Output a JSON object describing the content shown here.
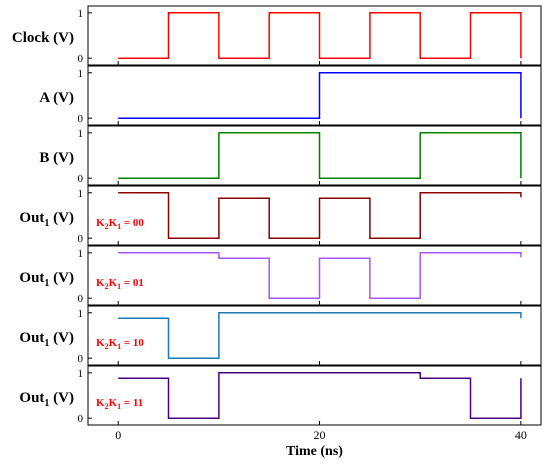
{
  "chart_data": {
    "type": "line",
    "xlabel": "Time (ns)",
    "x_ticks": [
      0,
      20,
      40
    ],
    "xlim": [
      -3,
      42
    ],
    "y_ticks": [
      0,
      1
    ],
    "ylim": [
      -0.15,
      1.15
    ],
    "panels": [
      {
        "ylabel_main": "Clock (V)",
        "ylabel_sub": "",
        "ylabel_tail": "",
        "color": "#ff0000",
        "annotation": null,
        "x": [
          0,
          5,
          5,
          10,
          10,
          15,
          15,
          20,
          20,
          25,
          25,
          30,
          30,
          35,
          35,
          40,
          40
        ],
        "y": [
          0,
          0,
          1,
          1,
          0,
          0,
          1,
          1,
          0,
          0,
          1,
          1,
          0,
          0,
          1,
          1,
          0
        ]
      },
      {
        "ylabel_main": "A (V)",
        "ylabel_sub": "",
        "ylabel_tail": "",
        "color": "#0000ff",
        "annotation": null,
        "x": [
          0,
          20,
          20,
          40,
          40
        ],
        "y": [
          0,
          0,
          1,
          1,
          0
        ]
      },
      {
        "ylabel_main": "B (V)",
        "ylabel_sub": "",
        "ylabel_tail": "",
        "color": "#008000",
        "annotation": null,
        "x": [
          0,
          10,
          10,
          20,
          20,
          30,
          30,
          40,
          40
        ],
        "y": [
          0,
          0,
          1,
          1,
          0,
          0,
          1,
          1,
          0
        ]
      },
      {
        "ylabel_main": "Out",
        "ylabel_sub": "1",
        "ylabel_tail": " (V)",
        "color": "#8b0000",
        "annotation": {
          "k2": "2",
          "k1": "1",
          "value": "00"
        },
        "x": [
          0,
          5,
          5,
          10,
          10,
          15,
          15,
          20,
          20,
          25,
          25,
          30,
          30,
          35,
          35,
          40,
          40
        ],
        "y": [
          1,
          1,
          0,
          0,
          0.88,
          0.88,
          0,
          0,
          0.88,
          0.88,
          0,
          0,
          1,
          1,
          1,
          1,
          0.9
        ]
      },
      {
        "ylabel_main": "Out",
        "ylabel_sub": "1",
        "ylabel_tail": " (V)",
        "color": "#a855f7",
        "annotation": {
          "k2": "2",
          "k1": "1",
          "value": "01"
        },
        "x": [
          0,
          5,
          5,
          10,
          10,
          15,
          15,
          20,
          20,
          25,
          25,
          30,
          30,
          35,
          35,
          40,
          40
        ],
        "y": [
          1,
          1,
          1,
          1,
          0.88,
          0.88,
          0,
          0,
          0.88,
          0.88,
          0,
          0,
          1,
          1,
          1,
          1,
          0.9
        ]
      },
      {
        "ylabel_main": "Out",
        "ylabel_sub": "1",
        "ylabel_tail": " (V)",
        "color": "#1f77b4",
        "annotation": {
          "k2": "2",
          "k1": "1",
          "value": "10"
        },
        "x": [
          0,
          5,
          5,
          10,
          10,
          15,
          15,
          20,
          20,
          25,
          25,
          30,
          30,
          35,
          35,
          40,
          40
        ],
        "y": [
          0.88,
          0.88,
          0,
          0,
          1,
          1,
          1,
          1,
          1,
          1,
          1,
          1,
          1,
          1,
          1,
          1,
          0.88
        ]
      },
      {
        "ylabel_main": "Out",
        "ylabel_sub": "1",
        "ylabel_tail": " (V)",
        "color": "#4b0082",
        "annotation": {
          "k2": "2",
          "k1": "1",
          "value": "11"
        },
        "x": [
          0,
          5,
          5,
          10,
          10,
          15,
          15,
          20,
          20,
          25,
          25,
          30,
          30,
          35,
          35,
          40,
          40
        ],
        "y": [
          0.88,
          0.88,
          0,
          0,
          1,
          1,
          1,
          1,
          1,
          1,
          1,
          1,
          0.88,
          0.88,
          0,
          0,
          0.88
        ]
      }
    ],
    "annotation_color": "#ff0000"
  }
}
